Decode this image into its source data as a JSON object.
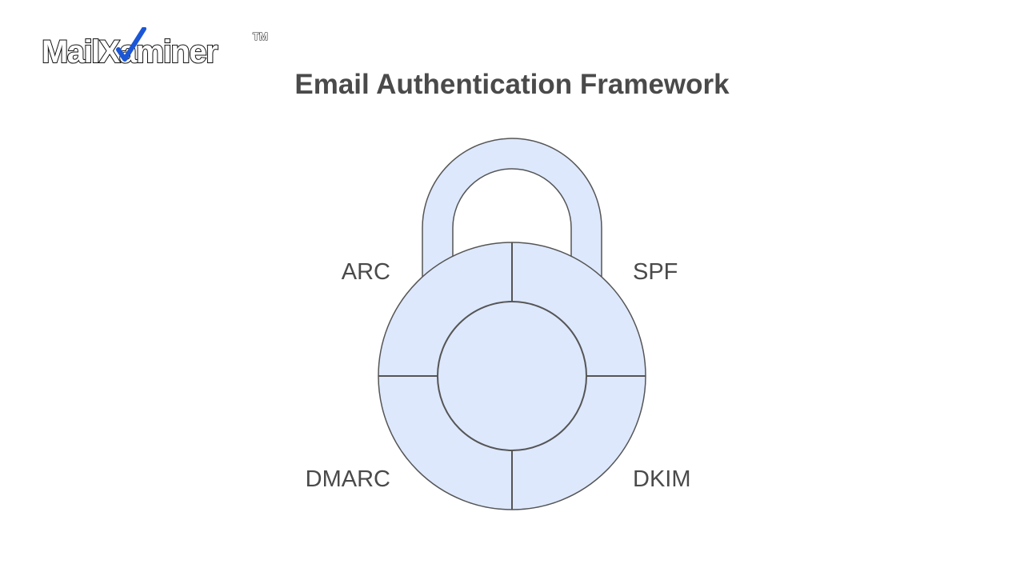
{
  "logo": {
    "text_prefix": "Mail",
    "text_check": "X",
    "text_suffix": "aminer",
    "trademark": "TM"
  },
  "title": "Email Authentication Framework",
  "segments": {
    "top_left": "ARC",
    "top_right": "SPF",
    "bottom_left": "DMARC",
    "bottom_right": "DKIM"
  },
  "colors": {
    "lock_fill": "#dde8fc",
    "lock_stroke": "#555555",
    "text": "#4a4a4a",
    "check_blue": "#1a56d6"
  }
}
